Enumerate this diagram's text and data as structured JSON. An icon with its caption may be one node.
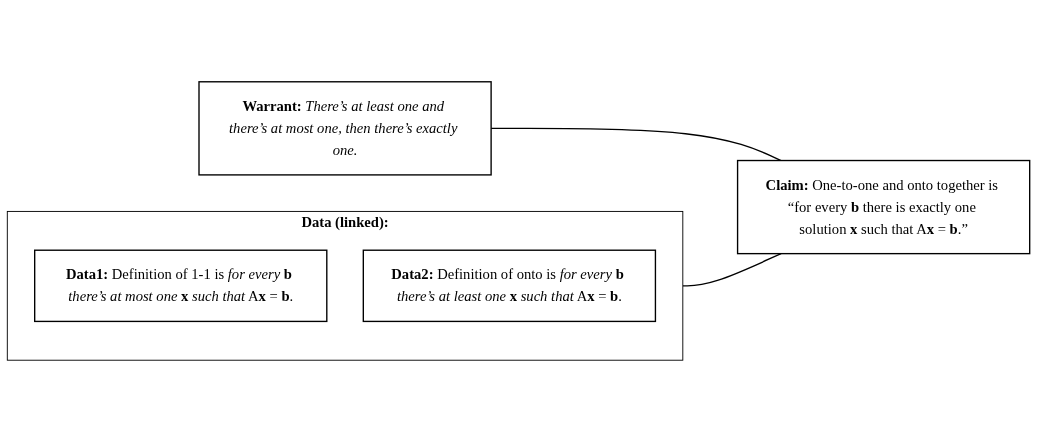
{
  "diagram": {
    "nodes": [
      {
        "text": [
          "Data (linked):"
        ]
      },
      {
        "text": [
          "**Data1:** Definition of 1-1 is *for every* **b** *there’s at most one* **x** *such that* A**x** = **b**."
        ],
        "in": 0
      },
      {
        "text": [
          "**Data2:** Definition of onto is *for every* **b** *there’s at least one* **x** *such that* A**x** = **b**."
        ],
        "in": 0
      },
      {
        "text": [
          "**Claim:** One-to-one and onto together is “for every **b** there is exactly one solution **x** such that A**x** = **b**.”"
        ]
      },
      {
        "text": [
          "**Warrant:** *There’s at least one and there’s at most one, then there’s exactly one.*"
        ]
      }
    ],
    "edges": [
      {
        "from": 0,
        "to": 3,
        "arrow": "none"
      },
      {
        "from": 4,
        "to": 3,
        "arrow": "none"
      }
    ]
  }
}
